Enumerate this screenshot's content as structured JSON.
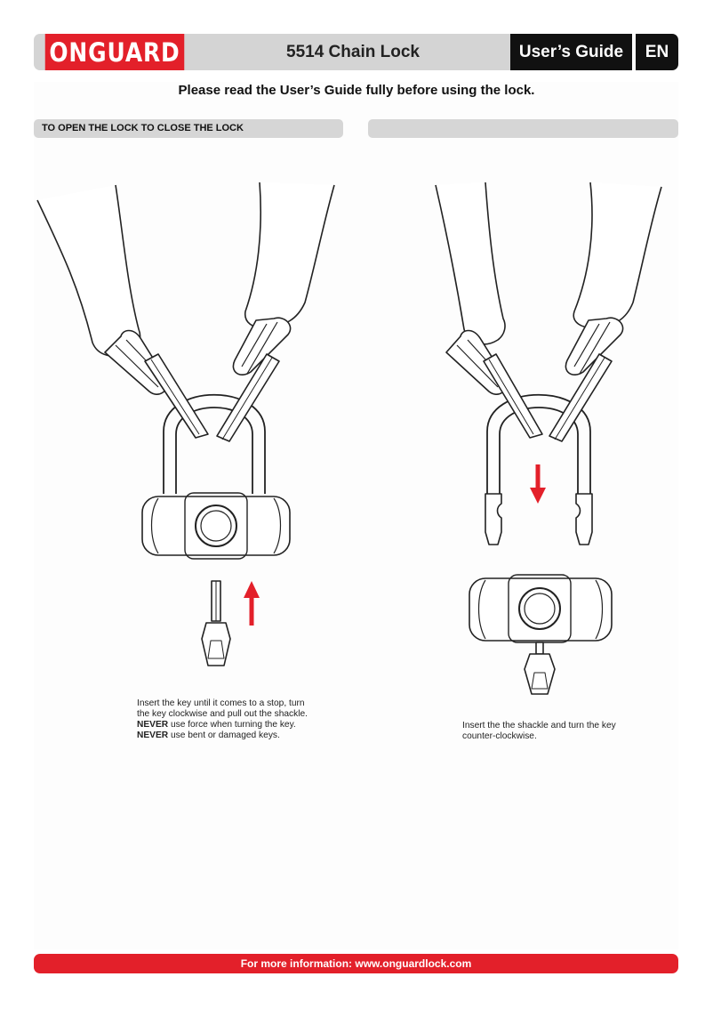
{
  "header": {
    "brand": "ONGUARD",
    "product": "5514 Chain Lock",
    "guide": "User’s Guide",
    "lang": "EN"
  },
  "intro": "Please read the User’s Guide fully before using the lock.",
  "sections": [
    {
      "title": "TO OPEN THE LOCK TO CLOSE THE LOCK"
    },
    {
      "title": ""
    }
  ],
  "open": {
    "line1": "Insert the key until it comes to a stop, turn",
    "line2": "the key clockwise and pull out the shackle.",
    "never1_bold": "NEVER",
    "never1_text": " use force when turning the key.",
    "never2_bold": "NEVER",
    "never2_text": " use bent or damaged keys."
  },
  "close": {
    "line1": "Insert the the shackle and turn the key",
    "line2": "counter-clockwise."
  },
  "footer": "For more information: www.onguardlock.com",
  "colors": {
    "brand_red": "#e3202a",
    "bar_gray": "#d6d6d6",
    "dark": "#111111"
  }
}
